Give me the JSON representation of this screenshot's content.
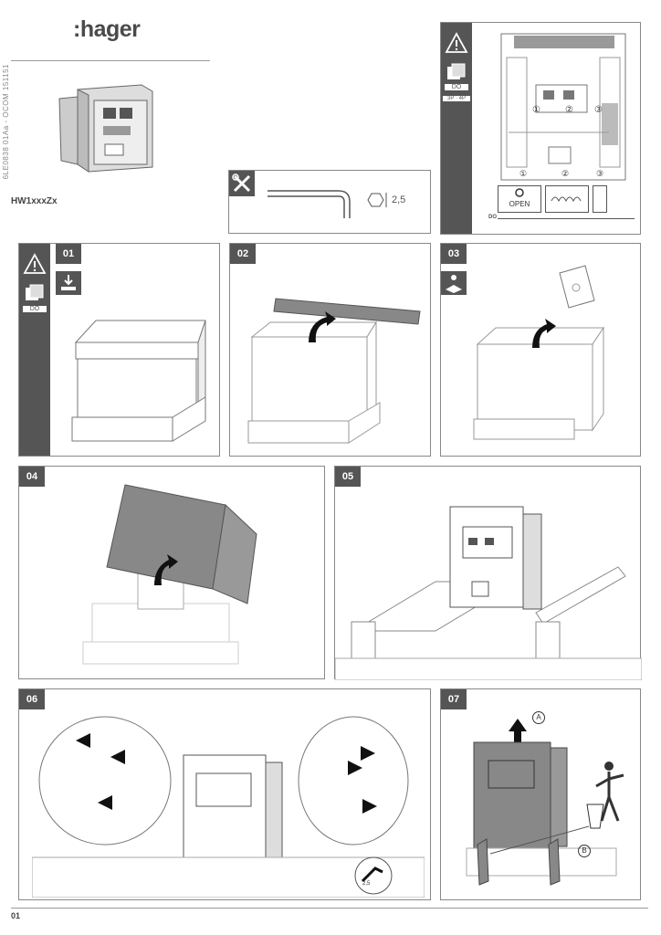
{
  "header": {
    "logo": ":hager",
    "doc_code": "6LE0838 01Aa - OCOM 151151",
    "model": "HW1xxxZx"
  },
  "tools": {
    "hex_size": "2,5"
  },
  "warning_panel": {
    "do_label": "DO",
    "pole_label": "3P · 4P",
    "callouts": [
      "①",
      "②",
      "③"
    ],
    "open_label": "OPEN",
    "bottom_label": "DO"
  },
  "steps": [
    {
      "num": "01",
      "do_label": "DO"
    },
    {
      "num": "02"
    },
    {
      "num": "03"
    },
    {
      "num": "04"
    },
    {
      "num": "05"
    },
    {
      "num": "06",
      "hex_size": "2,5"
    },
    {
      "num": "07",
      "mark_a": "A",
      "mark_b": "B"
    }
  ],
  "footer": {
    "page": "01"
  }
}
